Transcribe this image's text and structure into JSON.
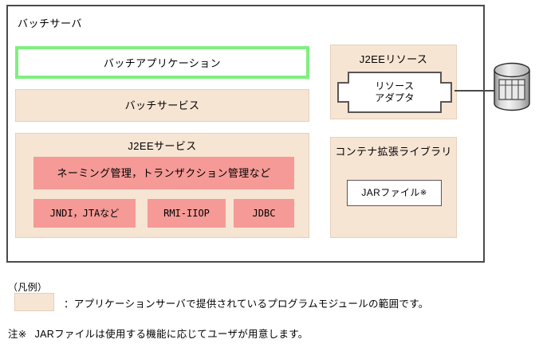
{
  "diagram": {
    "server": {
      "title": "バッチサーバ",
      "batch_application": "バッチアプリケーション",
      "batch_service": "バッチサービス",
      "j2ee_service": {
        "title": "J2EEサービス",
        "naming": "ネーミング管理，トランザクション管理など",
        "items": [
          {
            "label": "JNDI，JTAなど"
          },
          {
            "label": "RMI-IIOP"
          },
          {
            "label": "JDBC"
          }
        ]
      },
      "j2ee_resource": {
        "title": "J2EEリソース",
        "adapter_line1": "リソース",
        "adapter_line2": "アダプタ"
      },
      "container_library": {
        "title": "コンテナ拡張ライブラリ",
        "jar_label": "JARファイル",
        "jar_mark": "※"
      }
    },
    "database_icon": "database-cylinder-icon"
  },
  "legend": {
    "heading": "（凡例）",
    "swatch_description": "：アプリケーションサーバで提供されているプログラムモジュールの範囲です。",
    "note_label": "注※",
    "note_text": "JARファイルは使用する機能に応じてユーザが用意します。"
  },
  "colors": {
    "module_beige": "#f7e5d4",
    "module_beige_border": "#e6cfb8",
    "service_salmon": "#f59a96",
    "application_green": "#7ef07e",
    "frame_gray": "#4a4a4a",
    "box_outline": "#5a5553"
  }
}
